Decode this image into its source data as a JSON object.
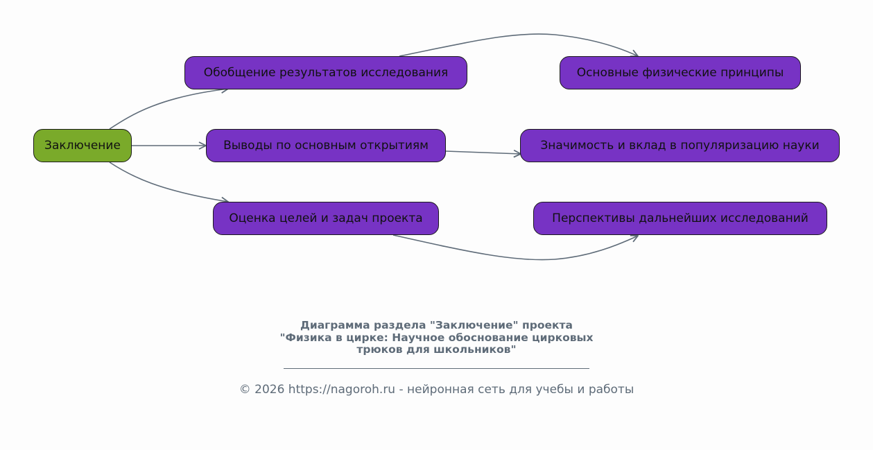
{
  "diagram": {
    "root": {
      "label": "Заключение"
    },
    "level1": [
      {
        "label": "Обобщение результатов исследования"
      },
      {
        "label": "Выводы по основным открытиям"
      },
      {
        "label": "Оценка целей и задач проекта"
      }
    ],
    "level2": [
      {
        "label": "Основные физические принципы"
      },
      {
        "label": "Значимость и вклад в популяризацию науки"
      },
      {
        "label": "Перспективы дальнейших исследований"
      }
    ],
    "edges": [
      [
        "root",
        "level1.0"
      ],
      [
        "root",
        "level1.1"
      ],
      [
        "root",
        "level1.2"
      ],
      [
        "level1.0",
        "level2.0"
      ],
      [
        "level1.1",
        "level2.1"
      ],
      [
        "level1.2",
        "level2.2"
      ]
    ],
    "colors": {
      "root_fill": "#7aaa2a",
      "child_fill": "#7733c4",
      "edge": "#5e6b78",
      "caption": "#5e6b78"
    }
  },
  "caption": {
    "line1": "Диаграмма раздела \"Заключение\" проекта",
    "line2": "\"Физика в цирке: Научное обоснование цирковых",
    "line3": "трюков для школьников\"",
    "copyright": "© 2026 https://nagoroh.ru - нейронная сеть для учебы и работы"
  }
}
